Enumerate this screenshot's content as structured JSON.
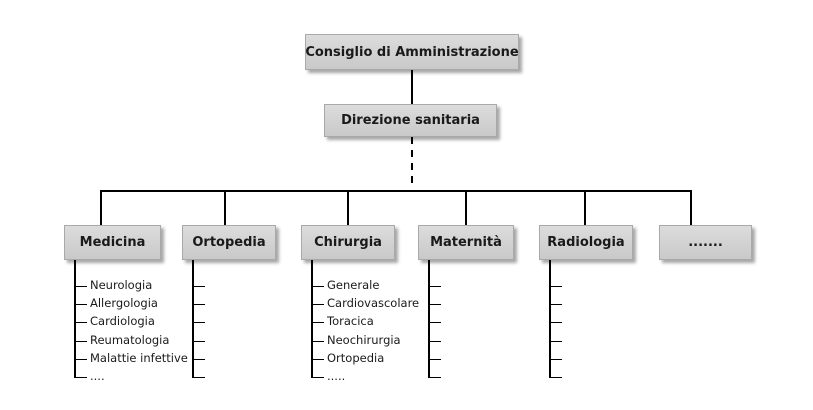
{
  "top": {
    "label": "Consiglio di Amministrazione"
  },
  "second": {
    "label": "Direzione sanitaria"
  },
  "departments": [
    {
      "label": "Medicina",
      "subitems": [
        "Neurologia",
        "Allergologia",
        "Cardiologia",
        "Reumatologia",
        "Malattie infettive",
        "...."
      ]
    },
    {
      "label": "Ortopedia",
      "subitems": [
        "",
        "",
        "",
        "",
        "",
        ""
      ]
    },
    {
      "label": "Chirurgia",
      "subitems": [
        "Generale",
        "Cardiovascolare",
        "Toracica",
        "Neochirurgia",
        "Ortopedia",
        "....."
      ]
    },
    {
      "label": "Maternità",
      "subitems": [
        "",
        "",
        "",
        "",
        "",
        ""
      ]
    },
    {
      "label": "Radiologia",
      "subitems": [
        "",
        "",
        "",
        "",
        "",
        ""
      ]
    },
    {
      "label": ".......",
      "subitems": []
    }
  ]
}
